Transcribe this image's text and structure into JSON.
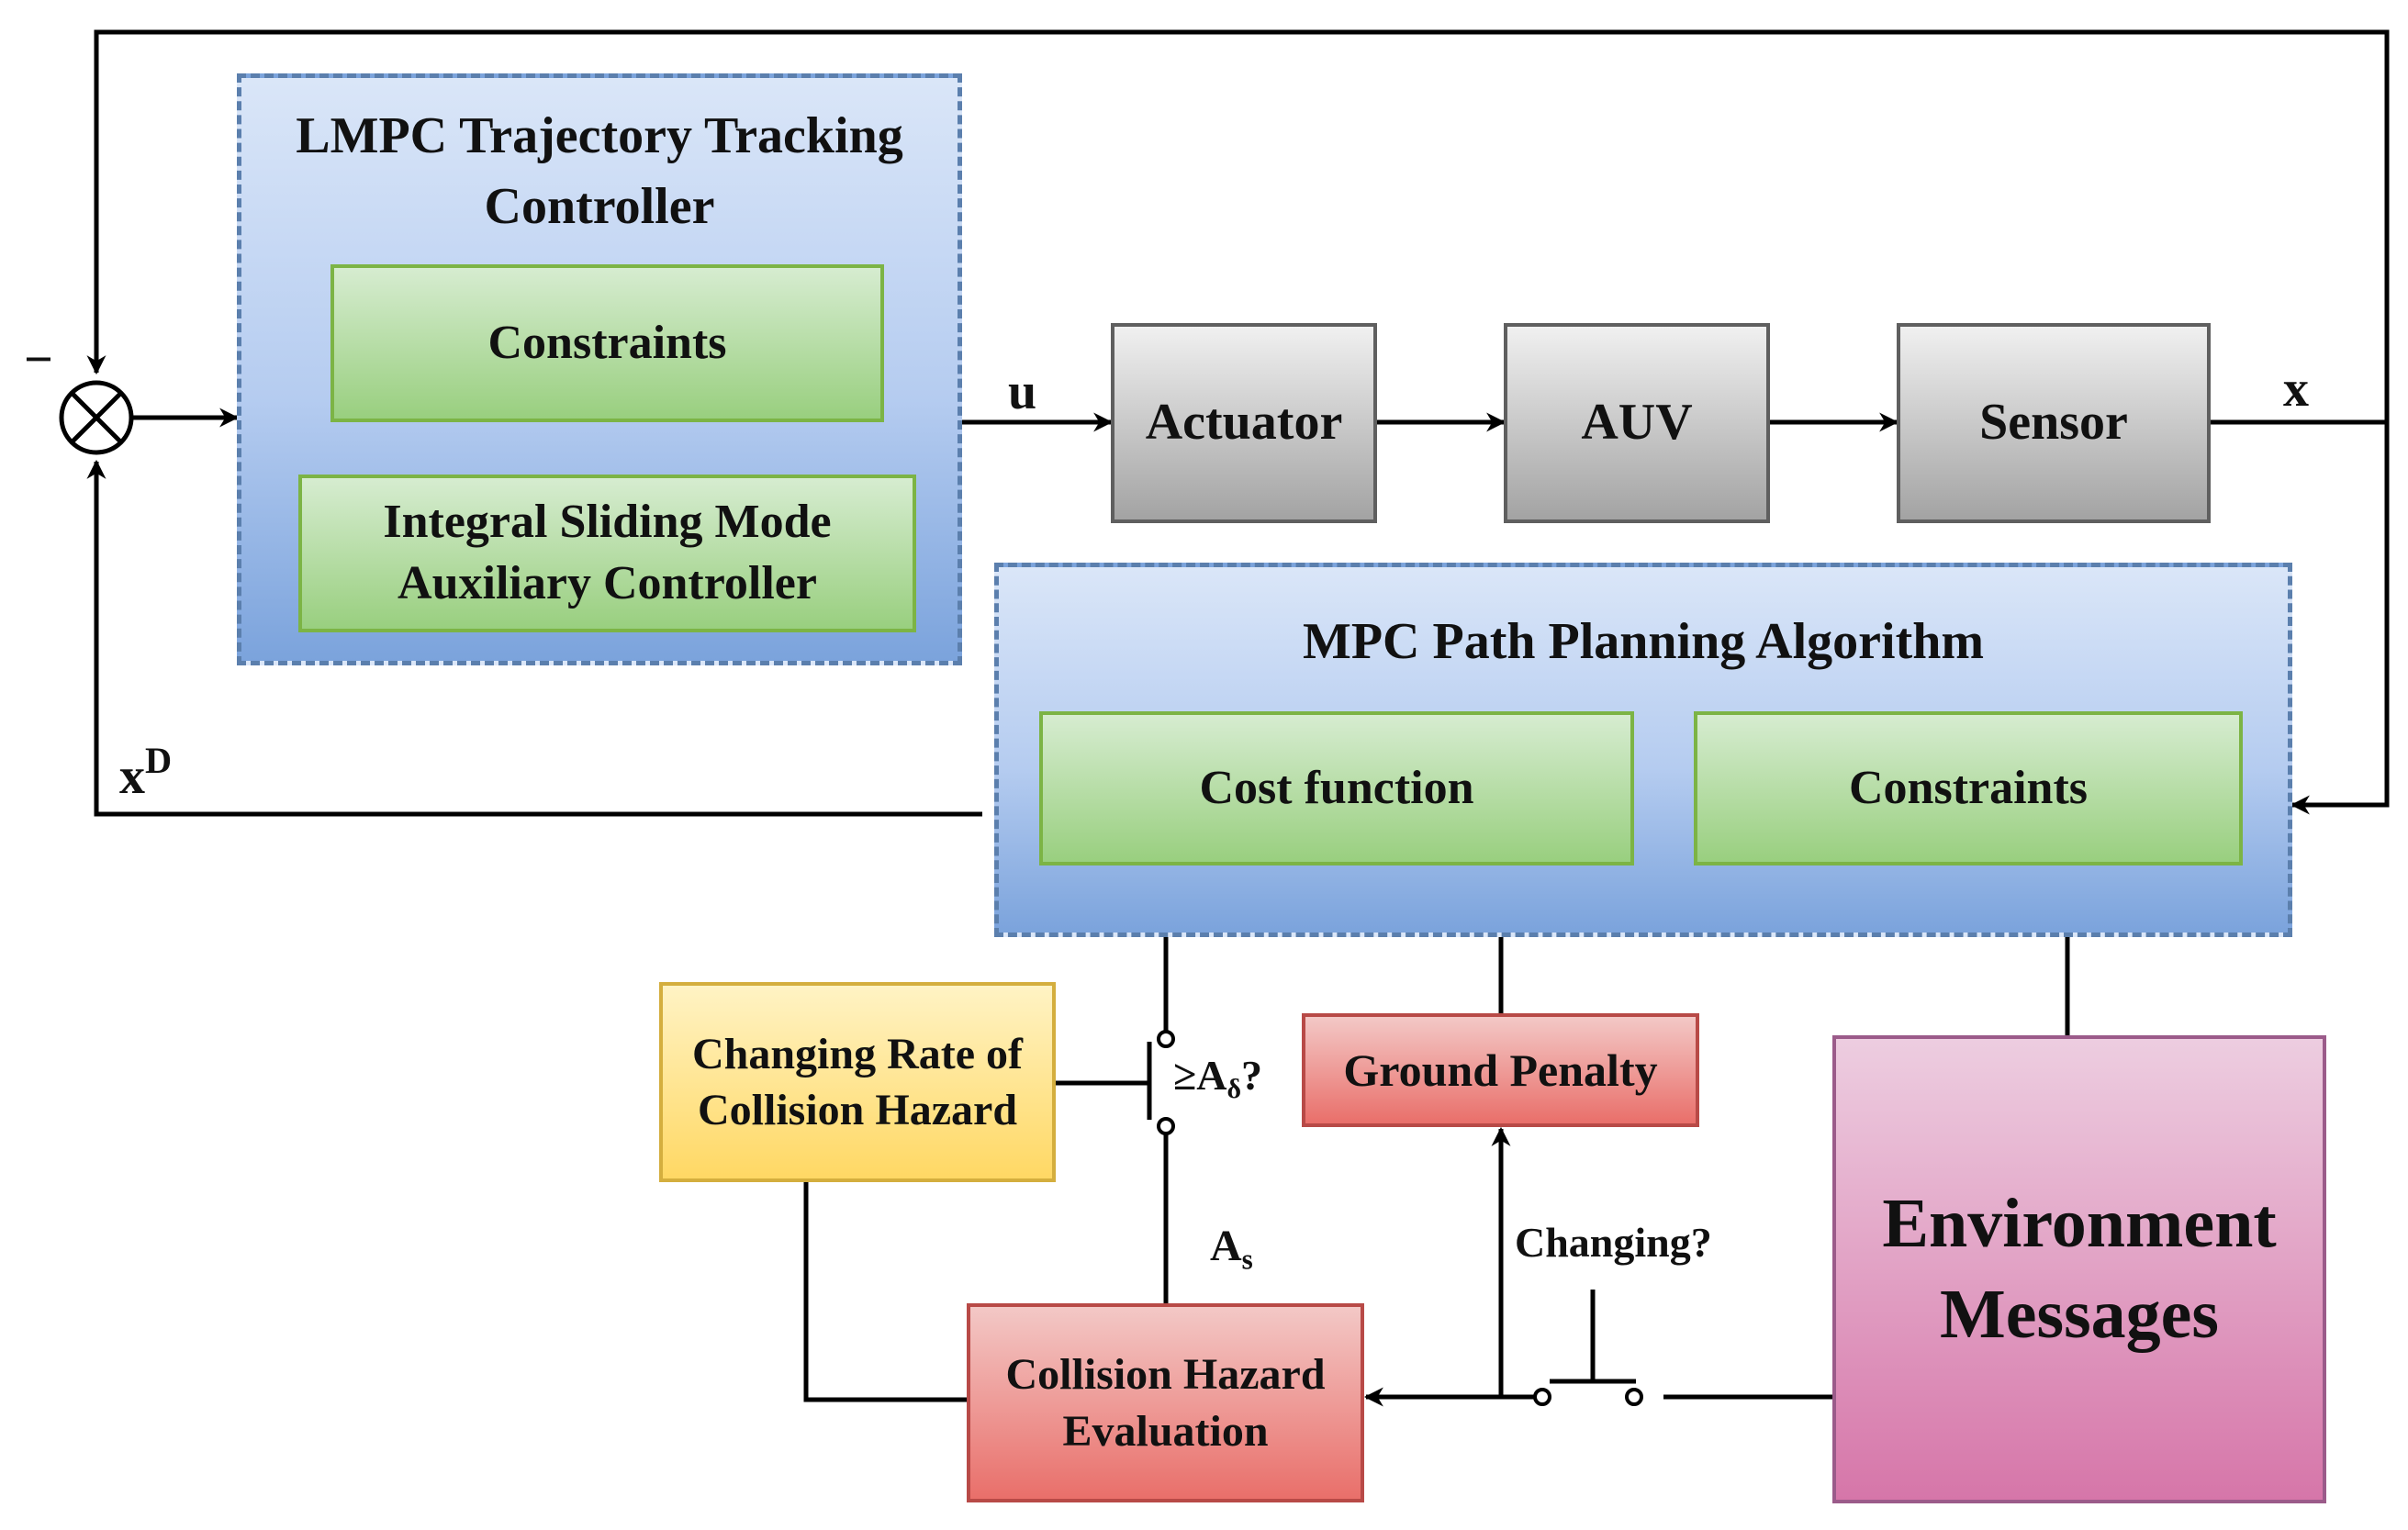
{
  "lmpc": {
    "title": "LMPC Trajectory Tracking Controller",
    "constraints": "Constraints",
    "ismc": "Integral Sliding Mode Auxiliary Controller"
  },
  "plant": {
    "actuator": "Actuator",
    "auv": "AUV",
    "sensor": "Sensor"
  },
  "mpc": {
    "title": "MPC Path Planning Algorithm",
    "cost_function": "Cost function",
    "constraints": "Constraints"
  },
  "hazard": {
    "changing_rate": "Changing Rate of Collision Hazard",
    "ground_penalty": "Ground Penalty",
    "evaluation": "Collision Hazard Evaluation",
    "environment": "Environment Messages"
  },
  "signals": {
    "u": "u",
    "x": "x",
    "xd_base": "x",
    "xd_sup": "D",
    "minus": "−",
    "threshold_prefix": "≥A",
    "threshold_sub": "δ",
    "threshold_suffix": "?",
    "as_base": "A",
    "as_sub": "s",
    "changing": "Changing?"
  },
  "colors": {
    "line": "#000000",
    "group_border": "#5b7fad",
    "green_border": "#7cb445",
    "gray_border": "#5f5f5f",
    "red_border": "#b84a47",
    "yellow_border": "#d4ae3e",
    "pink_border": "#9b5b8a"
  }
}
